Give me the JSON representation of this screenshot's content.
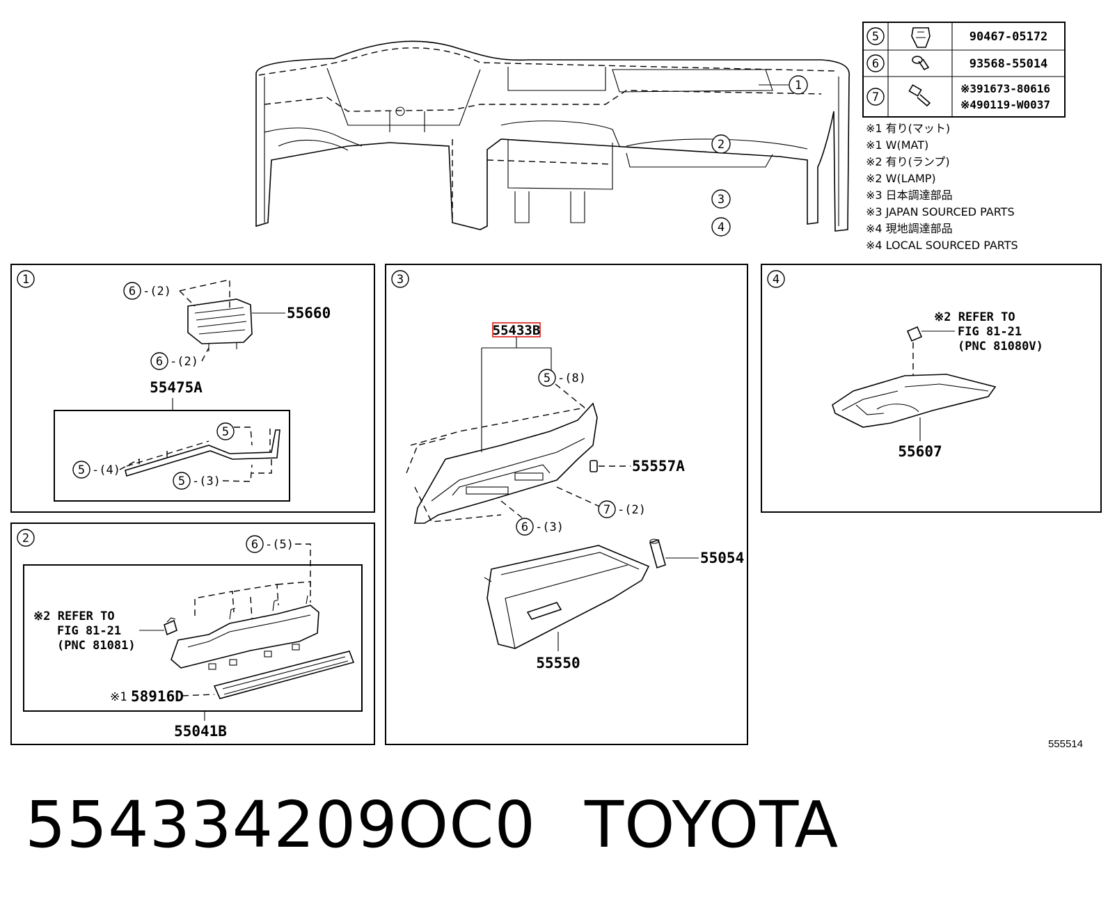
{
  "legend_table": [
    {
      "ref": "5",
      "parts": [
        "90467-05172"
      ]
    },
    {
      "ref": "6",
      "parts": [
        "93568-55014"
      ]
    },
    {
      "ref": "7",
      "parts": [
        "※391673-80616",
        "※490119-W0037"
      ]
    }
  ],
  "notes": [
    "※1 有り(マット)",
    "※1 W(MAT)",
    "※2 有り(ランプ)",
    "※2 W(LAMP)",
    "※3 日本調達部品",
    "※3 JAPAN SOURCED PARTS",
    "※4 現地調達部品",
    "※4 LOCAL SOURCED PARTS"
  ],
  "overview": {
    "callouts": [
      "1",
      "2",
      "3",
      "4"
    ]
  },
  "panel1": {
    "num": "1",
    "fastener_a": {
      "ref": "6",
      "qty": "-(2)"
    },
    "fastener_b": {
      "ref": "6",
      "qty": "-(2)"
    },
    "part_vent": "55660",
    "subassy": "55475A",
    "clip_a": {
      "ref": "5"
    },
    "clip_b": {
      "ref": "5",
      "qty": "-(4)"
    },
    "clip_c": {
      "ref": "5",
      "qty": "-(3)"
    }
  },
  "panel2": {
    "num": "2",
    "fastener": {
      "ref": "6",
      "qty": "-(5)"
    },
    "refer_lines": [
      "※2 REFER TO",
      "FIG 81-21",
      "(PNC 81081)"
    ],
    "mat_note": "※1",
    "mat_part": "58916D",
    "assy": "55041B"
  },
  "panel3": {
    "num": "3",
    "highlight": "55433B",
    "clip_top": {
      "ref": "5",
      "qty": "-(8)"
    },
    "bolt": {
      "ref": "7",
      "qty": "-(2)"
    },
    "screw": {
      "ref": "6",
      "qty": "-(3)"
    },
    "damper": "55557A",
    "stopper": "55054",
    "box": "55550"
  },
  "panel4": {
    "num": "4",
    "refer_lines": [
      "※2 REFER TO",
      "FIG 81-21",
      "(PNC 81080V)"
    ],
    "part": "55607"
  },
  "figure_id": "555514",
  "footer": {
    "part_number": "554334209OC0",
    "brand": "TOYOTA"
  }
}
